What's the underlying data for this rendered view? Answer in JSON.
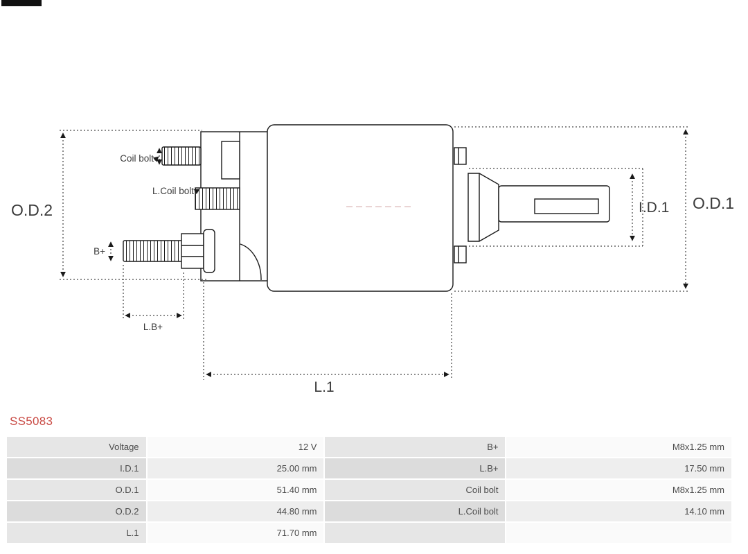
{
  "product": {
    "code": "SS5083"
  },
  "diagram": {
    "labels": {
      "od2": "O.D.2",
      "od1": "O.D.1",
      "id1": "I.D.1",
      "coil_bolt": "Coil bolt",
      "l_coil_bolt": "L.Coil bolt",
      "b_plus": "B+",
      "l_b_plus": "L.B+",
      "l1": "L.1"
    }
  },
  "specs": {
    "rows": [
      {
        "label_left": "Voltage",
        "value_left": "12 V",
        "label_right": "B+",
        "value_right": "M8x1.25 mm"
      },
      {
        "label_left": "I.D.1",
        "value_left": "25.00 mm",
        "label_right": "L.B+",
        "value_right": "17.50 mm"
      },
      {
        "label_left": "O.D.1",
        "value_left": "51.40 mm",
        "label_right": "Coil bolt",
        "value_right": "M8x1.25 mm"
      },
      {
        "label_left": "O.D.2",
        "value_left": "44.80 mm",
        "label_right": "L.Coil bolt",
        "value_right": "14.10 mm"
      },
      {
        "label_left": "L.1",
        "value_left": "71.70 mm",
        "label_right": "",
        "value_right": ""
      }
    ]
  },
  "colors": {
    "title": "#c94a44",
    "line": "#1a1a1a",
    "label_text": "#3b3b3b",
    "table_label_bg": "#e6e6e6",
    "table_value_bg": "#fafafa"
  }
}
